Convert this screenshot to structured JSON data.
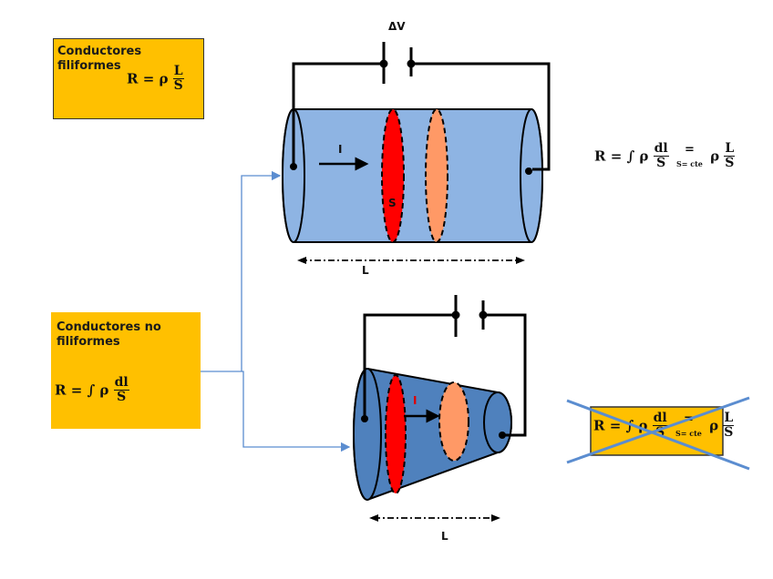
{
  "boxes": {
    "filiform": {
      "label_line1": "Conductores",
      "label_line2": "filiformes",
      "formula": {
        "lhs": "R = ρ",
        "num": "L",
        "den": "S"
      }
    },
    "non_filiform": {
      "label_line1": "Conductores no",
      "label_line2": "filiformes",
      "formula": {
        "lhs": "R = ∫ ρ",
        "num": "dl",
        "den": "S"
      }
    }
  },
  "top_diagram": {
    "voltage_label": "ΔV",
    "current_label": "I",
    "section_label": "S",
    "length_label": "L",
    "formula": {
      "lhs": "R = ∫ ρ",
      "num1": "dl",
      "den1": "S",
      "eq_symbol": "=",
      "condition": "S= cte",
      "rho": "ρ",
      "num2": "L",
      "den2": "S"
    }
  },
  "bottom_diagram": {
    "current_label": "I",
    "length_label": "L",
    "crossed_formula": {
      "lhs": "R = ∫ ρ",
      "num1": "dl",
      "den1": "S",
      "eq_symbol": "=",
      "condition": "S= cte",
      "rho": "ρ",
      "num2": "L",
      "den2": "S",
      "crossed_out": true
    }
  },
  "colors": {
    "box_fill": "#FFC000",
    "cylinder_light": "#8EB4E3",
    "cone_dark": "#4F81BD",
    "section_red": "#FF0000",
    "section_orange": "#FF9966",
    "connector_blue": "#5B8DD0",
    "cross_blue": "#5B8DD0"
  }
}
